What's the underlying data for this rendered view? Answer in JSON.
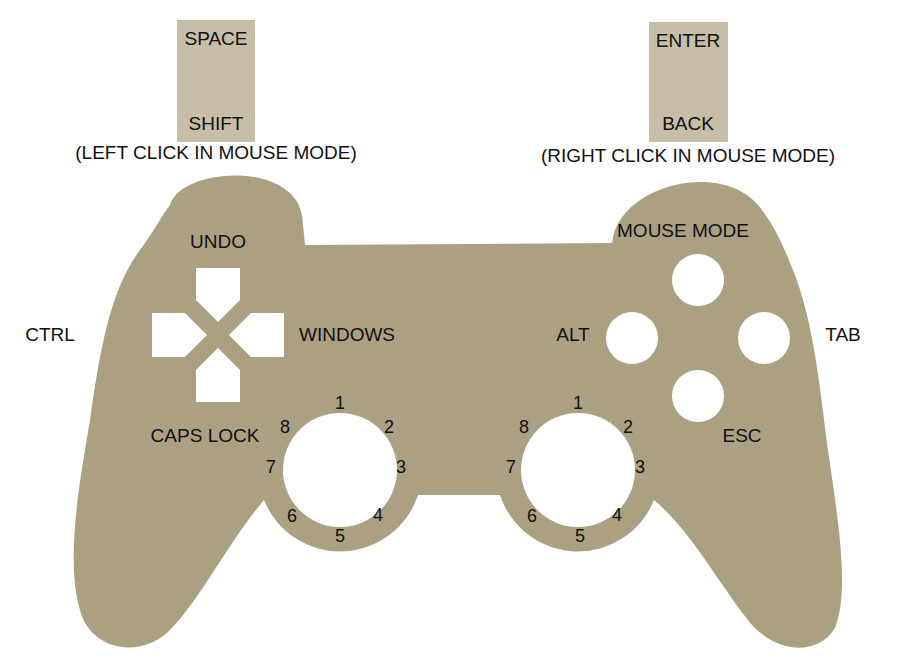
{
  "diagram": {
    "nodes": [
      {
        "text": [
          "SPACE",
          "SHIFT"
        ]
      },
      {
        "text": [
          "ENTER",
          "BACK"
        ]
      }
    ],
    "labels": [
      "(LEFT CLICK IN MOUSE MODE)",
      "(RIGHT CLICK IN MOUSE MODE)",
      "UNDO",
      "CTRL",
      "WINDOWS",
      "CAPS LOCK",
      "MOUSE MODE",
      "ALT",
      "TAB",
      "ESC",
      "1",
      "2",
      "3",
      "4",
      "5",
      "6",
      "7",
      "8",
      "1",
      "2",
      "3",
      "4",
      "5",
      "6",
      "7",
      "8"
    ]
  }
}
